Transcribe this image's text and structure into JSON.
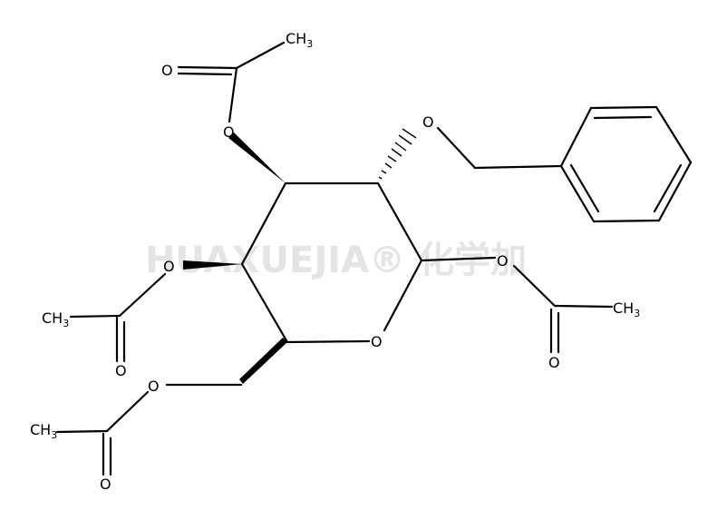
{
  "watermark": "HUAXUEJIA® 化学加",
  "labels": {
    "o_ring": "O",
    "o_c2": "O",
    "o_c3": "O",
    "o_c4": "O",
    "o_c1": "O",
    "o_c6": "O",
    "o_carbonyl_top": "O",
    "o_carbonyl_left": "O",
    "o_carbonyl_right": "O",
    "o_carbonyl_bottom": "O",
    "ch3_top": "CH",
    "ch3_left": "CH",
    "ch3_right": "CH",
    "ch3_bottom": "CH",
    "subscript": "3"
  }
}
